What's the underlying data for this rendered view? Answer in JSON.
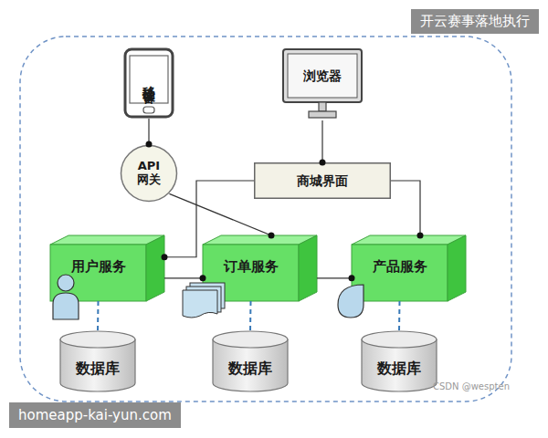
{
  "diagram": {
    "nodes": [
      {
        "text": [
          "移动设备"
        ]
      },
      {
        "text": [
          "浏览器"
        ]
      },
      {
        "text": [
          "API网关"
        ]
      },
      {
        "text": [
          "商城界面"
        ]
      },
      {
        "text": [
          "用户服务"
        ]
      },
      {
        "text": [
          "订单服务"
        ]
      },
      {
        "text": [
          "产品服务"
        ]
      },
      {
        "text": [
          "数据库"
        ]
      },
      {
        "text": [
          "数据库"
        ]
      },
      {
        "text": [
          "数据库"
        ]
      }
    ],
    "edges": [
      {
        "from": 0,
        "to": 2,
        "arrow": "to"
      },
      {
        "from": 1,
        "to": 3,
        "arrow": "to"
      },
      {
        "from": 2,
        "to": 5,
        "arrow": "to"
      },
      {
        "from": 3,
        "to": 4,
        "arrow": "to"
      },
      {
        "from": 3,
        "to": 6,
        "arrow": "to"
      },
      {
        "from": 4,
        "to": 5,
        "arrow": "to"
      },
      {
        "from": 5,
        "to": 6,
        "arrow": "to"
      },
      {
        "from": 4,
        "to": 7,
        "arrow": "none"
      },
      {
        "from": 5,
        "to": 8,
        "arrow": "none"
      },
      {
        "from": 6,
        "to": 9,
        "arrow": "none"
      }
    ],
    "labels": [
      "开云赛事落地执行",
      "CSDN @wespten",
      "homeapp-kai-yun.com"
    ]
  }
}
